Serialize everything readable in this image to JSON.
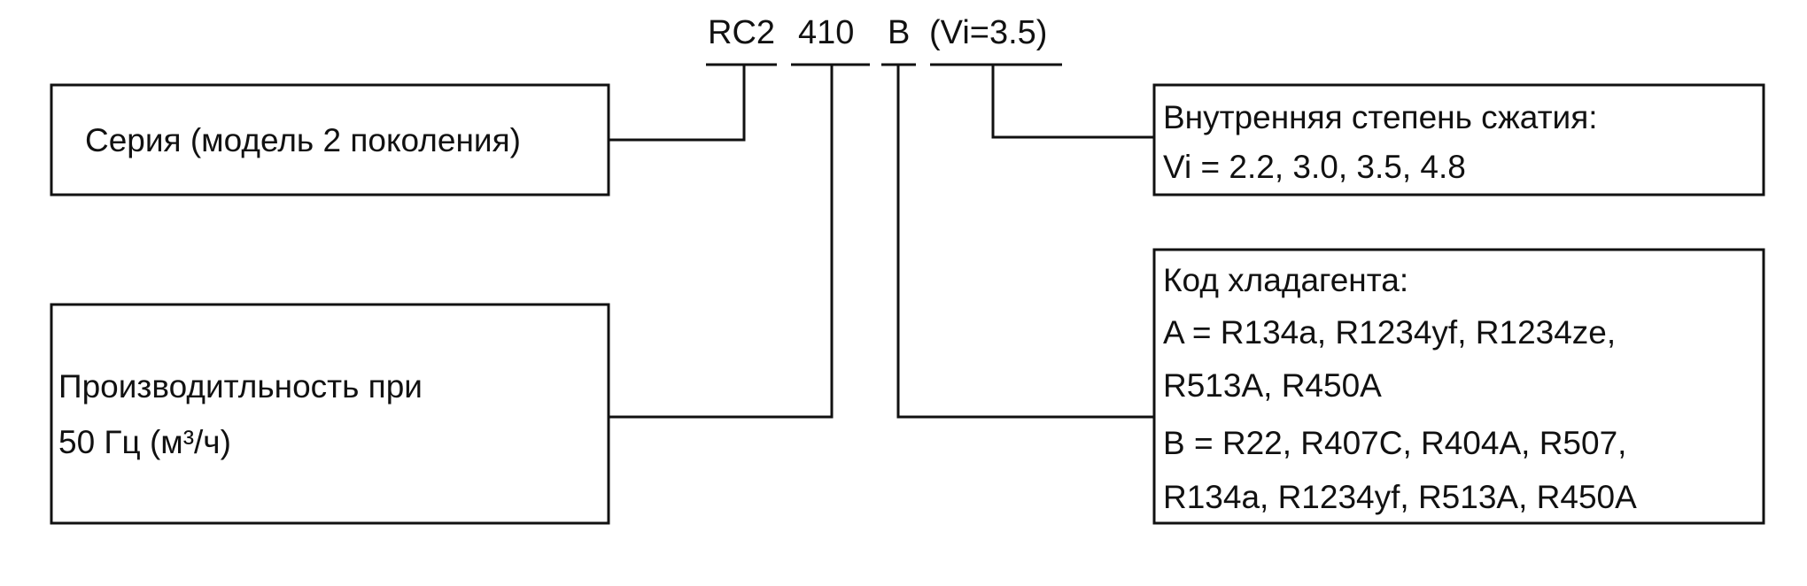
{
  "model_code": {
    "series": "RC2",
    "capacity": "410",
    "refrigerant": "B",
    "vi": "(Vi=3.5)"
  },
  "boxes": {
    "series": {
      "text": "Серия (модель 2 поколения)"
    },
    "capacity": {
      "line1": "Производитльность при",
      "line2": "50 Гц (м³/ч)"
    },
    "vi": {
      "title": "Внутренняя степень сжатия:",
      "values": "Vi = 2.2,   3.0,   3.5,   4.8"
    },
    "refrigerant": {
      "title": "Код хладагента:",
      "a_line1": "A = R134a, R1234yf, R1234ze,",
      "a_line2": "R513A, R450A",
      "b_line1": "B = R22, R407C, R404A, R507,",
      "b_line2": "R134a, R1234yf, R513A, R450A"
    }
  },
  "colors": {
    "line": "#111111",
    "text": "#111111",
    "background": "#ffffff"
  }
}
